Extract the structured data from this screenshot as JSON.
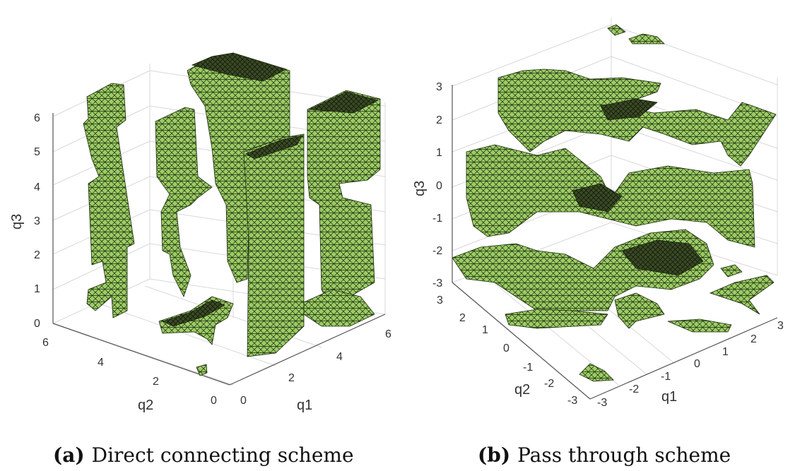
{
  "panels": [
    {
      "tag": "(a)",
      "caption": "Direct connecting scheme",
      "axes": {
        "x": "q1",
        "y": "q2",
        "z": "q3"
      },
      "z_ticks": [
        "0",
        "1",
        "2",
        "3",
        "4",
        "5",
        "6"
      ],
      "y_ticks": [
        "6",
        "4",
        "2",
        "0"
      ],
      "x_ticks": [
        "0",
        "2",
        "4",
        "6"
      ]
    },
    {
      "tag": "(b)",
      "caption": "Pass through scheme",
      "axes": {
        "x": "q1",
        "y": "q2",
        "z": "q3"
      },
      "z_ticks": [
        "3",
        "2",
        "1",
        "0",
        "-1",
        "-2",
        "-3"
      ],
      "y_ticks": [
        "3",
        "2",
        "1",
        "0",
        "-1",
        "-2",
        "-3"
      ],
      "x_ticks": [
        "-3",
        "-2",
        "-1",
        "0",
        "1",
        "2",
        "3"
      ]
    }
  ],
  "colors": {
    "surface": "#9ccd64",
    "mesh": "#1c2a10",
    "grid": "#d8d8d8",
    "axis": "#555555"
  }
}
